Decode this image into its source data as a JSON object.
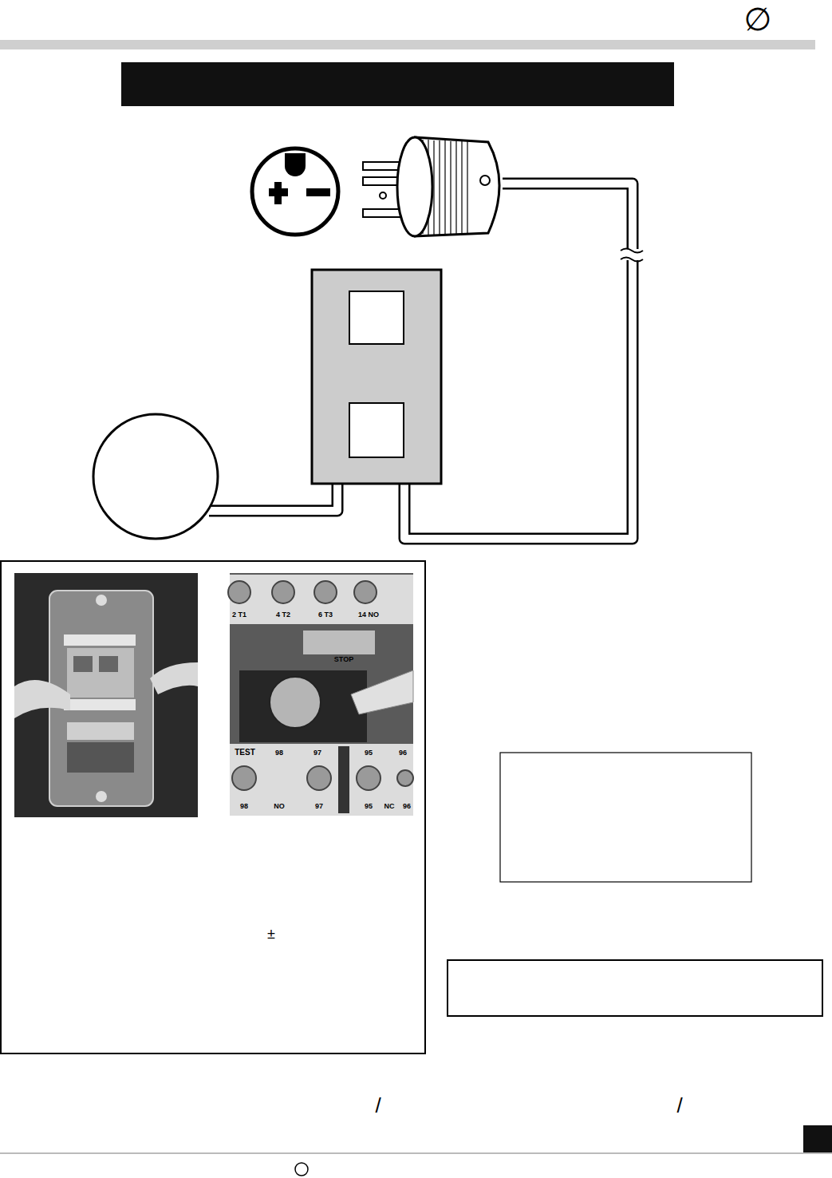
{
  "diagram": {
    "labels": [
      "∅",
      "±",
      "/",
      "/",
      "2 T1",
      "4 T2",
      "6 T3",
      "14 NO",
      "TEST",
      "98",
      "97",
      "STOP",
      "95",
      "96",
      "98",
      "NO",
      "97",
      "95",
      "NC",
      "96"
    ]
  }
}
